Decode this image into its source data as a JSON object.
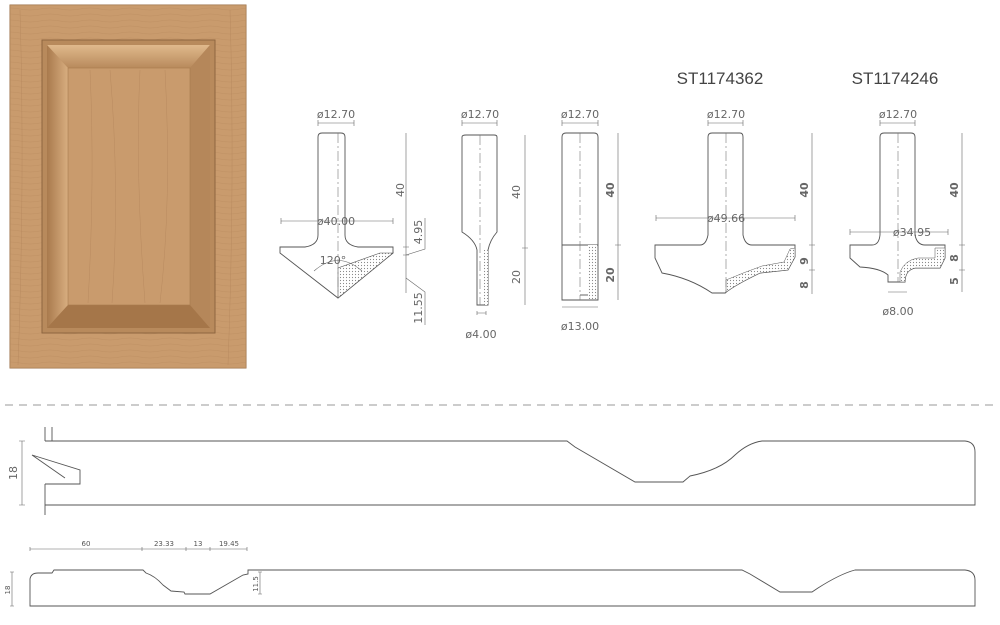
{
  "door": {
    "description_shown": "",
    "wood_color": "#c89a6c"
  },
  "bits": [
    {
      "shank_dia": "ø12.70",
      "cut_dia": "ø40.00",
      "height": "40",
      "dim_a": "4.95",
      "dim_b": "11.55",
      "angle": "120°"
    },
    {
      "shank_dia": "ø12.70",
      "cut_dia": "ø4.00",
      "height": "40",
      "cut_height": "20"
    },
    {
      "shank_dia": "ø12.70",
      "cut_dia": "ø13.00",
      "height": "40",
      "cut_height": "20"
    },
    {
      "title": "ST1174362",
      "shank_dia": "ø12.70",
      "cut_dia": "ø49.66",
      "height": "40",
      "dim_a": "9",
      "dim_b": "8"
    },
    {
      "title": "ST1174246",
      "shank_dia": "ø12.70",
      "cut_dia": "ø34.95",
      "bearing_dia": "ø8.00",
      "height": "40",
      "dim_a": "8",
      "dim_b": "5"
    }
  ],
  "profile_large": {
    "thickness": "18"
  },
  "profile_small": {
    "thickness": "18",
    "dims": [
      "60",
      "23.33",
      "13",
      "19.45"
    ],
    "depth": "11.5"
  }
}
